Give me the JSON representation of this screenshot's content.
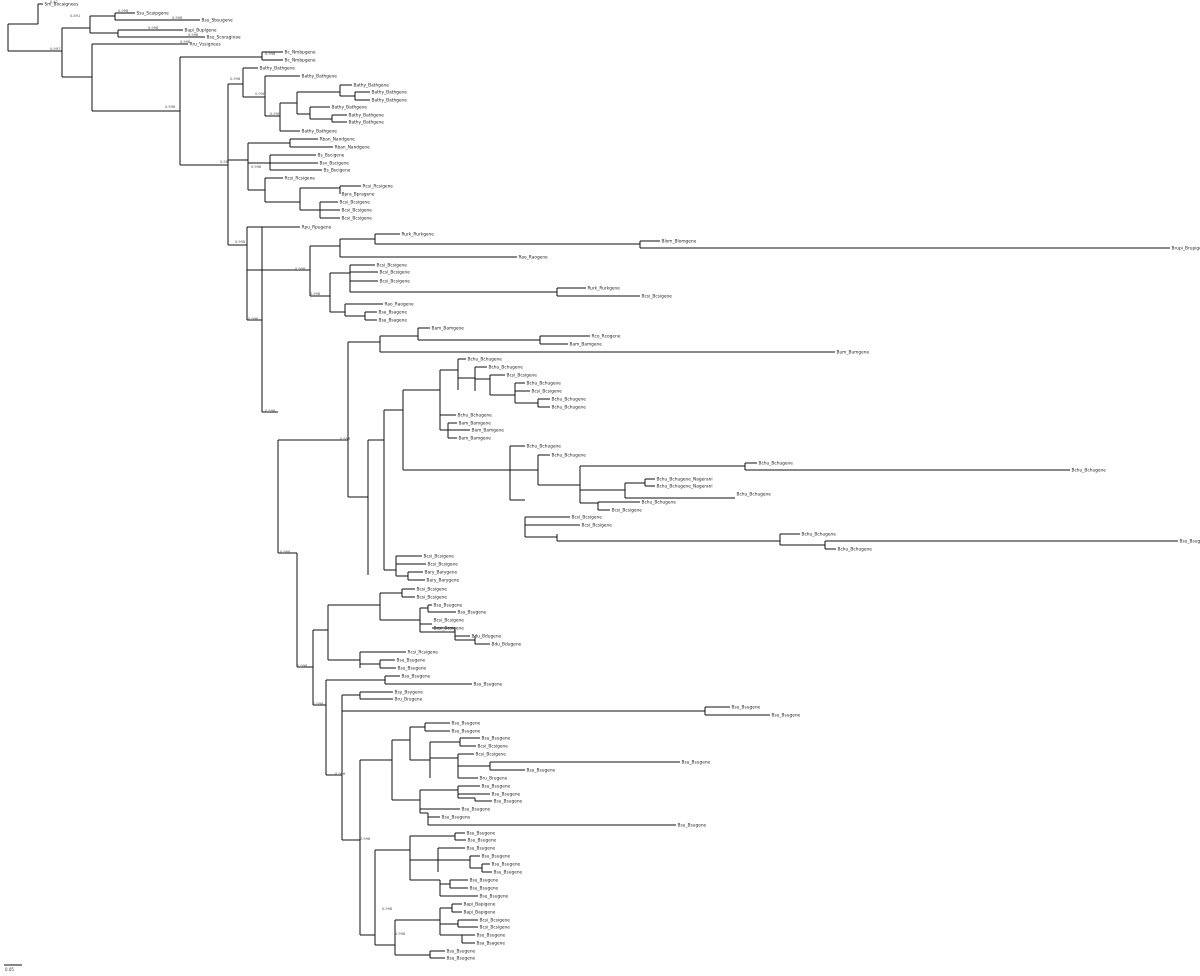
{
  "tree": {
    "line_color": "#111111",
    "text_color": "#222222",
    "leaves": [
      [
        "Sm_Bocaignees",
        43,
        4
      ],
      [
        "Ssu_Scaipgene",
        135,
        13
      ],
      [
        "Bsu_Sbsugene",
        200,
        20
      ],
      [
        "Bupi_Buplgene",
        183,
        30
      ],
      [
        "Bsu_Scoraginae",
        205,
        37
      ],
      [
        "Rru_Vssignees",
        188,
        44
      ],
      [
        "Bc_Nmbpgene",
        283,
        52
      ],
      [
        "Bc_Nmbpgene",
        283,
        60
      ],
      [
        "Bathy_Bathgene",
        258,
        68
      ],
      [
        "Bathy_Bathgene",
        300,
        76
      ],
      [
        "Bathy_Bathgene",
        352,
        85
      ],
      [
        "Bathy_Bathgene",
        370,
        92
      ],
      [
        "Bathy_Bathgene",
        370,
        100
      ],
      [
        "Bathy_Bathgene",
        330,
        107
      ],
      [
        "Bathy_Bathgene",
        347,
        115
      ],
      [
        "Bathy_Bathgene",
        347,
        122
      ],
      [
        "Bathy_Bathgene",
        300,
        131
      ],
      [
        "Rban_Nandgene",
        318,
        139
      ],
      [
        "Rban_Nandgene",
        333,
        147
      ],
      [
        "Bs_Bscigene",
        316,
        155
      ],
      [
        "Bsv_Bscigene",
        318,
        163
      ],
      [
        "Bs_Bscigene",
        322,
        170
      ],
      [
        "Rcsi_Rcsigene",
        283,
        178
      ],
      [
        "Rcsi_Rcsigene",
        361,
        186
      ],
      [
        "Bpra_Bpragene",
        340,
        194
      ],
      [
        "Bcsi_Bcsigene",
        338,
        202
      ],
      [
        "Bcsi_Bcsigene",
        340,
        210
      ],
      [
        "Bcsi_Bcsigene",
        340,
        218
      ],
      [
        "Rpu_Rpugene",
        300,
        227
      ],
      [
        "Rurk_Rurkgene",
        400,
        234
      ],
      [
        "Blom_Blomgene",
        660,
        241
      ],
      [
        "Brupi_Brupigene",
        1170,
        248
      ],
      [
        "Rao_Raogene",
        517,
        257
      ],
      [
        "Bcsi_Bcsigene",
        375,
        265
      ],
      [
        "Bcsi_Bcsigene",
        378,
        272
      ],
      [
        "Bcsi_Bcsigene",
        378,
        281
      ],
      [
        "Rurk_Rurkgene",
        586,
        288
      ],
      [
        "Bcsi_Bcsigene",
        640,
        296
      ],
      [
        "Rao_Raogene",
        383,
        304
      ],
      [
        "Bsa_Bsagene",
        377,
        312
      ],
      [
        "Bsa_Bsagene",
        377,
        320
      ],
      [
        "Bam_Bamgene",
        430,
        328
      ],
      [
        "Rco_Rcogene",
        590,
        336
      ],
      [
        "Bam_Bamgene",
        568,
        344
      ],
      [
        "Bum_Bumgene",
        835,
        352
      ],
      [
        "Bchu_Bchugene",
        466,
        359
      ],
      [
        "Bchu_Bchugene",
        487,
        367
      ],
      [
        "Bcsi_Bcsigene",
        505,
        375
      ],
      [
        "Bchu_Bchugene",
        525,
        383
      ],
      [
        "Bcsi_Bcsigene",
        530,
        391
      ],
      [
        "Bchu_Bchugene",
        550,
        399
      ],
      [
        "Bchu_Bchugene",
        550,
        407
      ],
      [
        "Bchu_Bchugene",
        456,
        415
      ],
      [
        "Bam_Bamgene",
        457,
        423
      ],
      [
        "Bam_Bamgene",
        470,
        430
      ],
      [
        "Bam_Bamgene",
        457,
        438
      ],
      [
        "Bchu_Bchugene",
        525,
        446
      ],
      [
        "Bchu_Bchugene",
        550,
        455
      ],
      [
        "Bchu_Bchugene",
        757,
        463
      ],
      [
        "Bchu_Bchugene",
        1070,
        470
      ],
      [
        "Bchu_Bchugene_Nagerani",
        655,
        479
      ],
      [
        "Bchu_Bchugene_Nagerani",
        655,
        486
      ],
      [
        "Bchu_Bchugene",
        735,
        494
      ],
      [
        "Bchu_Bchugene",
        640,
        502
      ],
      [
        "Bcsi_Bcsigene",
        610,
        510
      ],
      [
        "Bcsi_Bcsigene",
        570,
        517
      ],
      [
        "Bcsi_Bcsigene",
        580,
        525
      ],
      [
        "Bchu_Bchugene",
        800,
        534
      ],
      [
        "Bsu_Bsugene",
        1178,
        541
      ],
      [
        "Bchu_Bchugene",
        836,
        549
      ],
      [
        "Bcsi_Bcsigene",
        422,
        556
      ],
      [
        "Bcsi_Bcsigene",
        426,
        564
      ],
      [
        "Bary_Barygene",
        423,
        572
      ],
      [
        "Bary_Barygene",
        425,
        580
      ],
      [
        "Bcsi_Bcsigene",
        415,
        589
      ],
      [
        "Bcsi_Bcsigene",
        415,
        597
      ],
      [
        "Bsu_Bsugene",
        432,
        605
      ],
      [
        "Bsu_Bsugene",
        456,
        612
      ],
      [
        "Bcsi_Bcsigene",
        432,
        620
      ],
      [
        "Bcsi_Bcsigene",
        432,
        628
      ],
      [
        "Bdu_Bdugene",
        470,
        636
      ],
      [
        "Bdu_Bdugene",
        490,
        644
      ],
      [
        "Rcsi_Rcsigene",
        406,
        652
      ],
      [
        "Bsu_Bsugene",
        395,
        660
      ],
      [
        "Bsu_Bsugene",
        396,
        668
      ],
      [
        "Bsu_Bsugene",
        400,
        676
      ],
      [
        "Bsu_Bsugene",
        472,
        684
      ],
      [
        "Bsy_Bsygene",
        393,
        692
      ],
      [
        "Bru_Brugene",
        393,
        699
      ],
      [
        "Bsu_Bsugene",
        730,
        707
      ],
      [
        "Bsu_Bsugene",
        770,
        715
      ],
      [
        "Bsu_Bsugene",
        450,
        723
      ],
      [
        "Bsu_Bsugene",
        450,
        731
      ],
      [
        "Bsu_Bsugene",
        480,
        738
      ],
      [
        "Bcsi_Bcsigene",
        476,
        746
      ],
      [
        "Bcsi_Bcsigene",
        474,
        754
      ],
      [
        "Bsu_Bsugene",
        680,
        762
      ],
      [
        "Bsu_Bsugene",
        525,
        770
      ],
      [
        "Bru_Brugene",
        478,
        778
      ],
      [
        "Bsu_Bsugene",
        480,
        786
      ],
      [
        "Bsu_Bsugene",
        490,
        794
      ],
      [
        "Bsu_Bsugene",
        492,
        801
      ],
      [
        "Bsu_Bsugene",
        460,
        809
      ],
      [
        "Bsu_Bsugene",
        440,
        817
      ],
      [
        "Bsu_Bsugene",
        676,
        825
      ],
      [
        "Bsu_Bsugene",
        465,
        833
      ],
      [
        "Bsu_Bsugene",
        466,
        840
      ],
      [
        "Bsu_Bsugene",
        465,
        848
      ],
      [
        "Bsu_Bsugene",
        480,
        856
      ],
      [
        "Bsu_Bsugene",
        490,
        864
      ],
      [
        "Bsu_Bsugene",
        492,
        872
      ],
      [
        "Bsu_Bsugene",
        468,
        880
      ],
      [
        "Bsu_Bsugene",
        468,
        888
      ],
      [
        "Bsu_Bsugene",
        478,
        896
      ],
      [
        "Bapi_Bapigene",
        462,
        904
      ],
      [
        "Bapi_Bapigene",
        462,
        912
      ],
      [
        "Bcsi_Bcsigene",
        478,
        920
      ],
      [
        "Bcsi_Bcsigene",
        478,
        927
      ],
      [
        "Bsu_Bsugene",
        475,
        935
      ],
      [
        "Bsa_Bsagene",
        475,
        943
      ],
      [
        "Bsu_Bsugene",
        445,
        951
      ],
      [
        "Bsu_Bsugene",
        445,
        958
      ]
    ],
    "support_values": [
      [
        "0.42",
        50,
        3
      ],
      [
        "0.998",
        118,
        12
      ],
      [
        "0.998",
        172,
        19
      ],
      [
        "0.998",
        148,
        29
      ],
      [
        "0.998",
        188,
        36
      ],
      [
        "0.998",
        180,
        43
      ],
      [
        "0.891",
        70,
        17
      ],
      [
        "0.997",
        50,
        50
      ],
      [
        "0.998",
        265,
        55
      ],
      [
        "0.998",
        230,
        80
      ],
      [
        "0.998",
        255,
        95
      ],
      [
        "0.998",
        270,
        115
      ],
      [
        "0.998",
        165,
        108
      ],
      [
        "0.98",
        220,
        163
      ],
      [
        "0.998",
        251,
        168
      ],
      [
        "0.998",
        235,
        243
      ],
      [
        "0.998",
        295,
        270
      ],
      [
        "0.998",
        310,
        295
      ],
      [
        "0.998",
        248,
        320
      ],
      [
        "0.998",
        265,
        412
      ],
      [
        "0.998",
        340,
        440
      ],
      [
        "0.998",
        280,
        553
      ],
      [
        "0.998",
        297,
        667
      ],
      [
        "0.998",
        313,
        705
      ],
      [
        "0.998",
        335,
        775
      ],
      [
        "0.998",
        360,
        840
      ],
      [
        "0.998",
        382,
        910
      ],
      [
        "0.998",
        395,
        935
      ]
    ],
    "scale_label": "0.05"
  }
}
